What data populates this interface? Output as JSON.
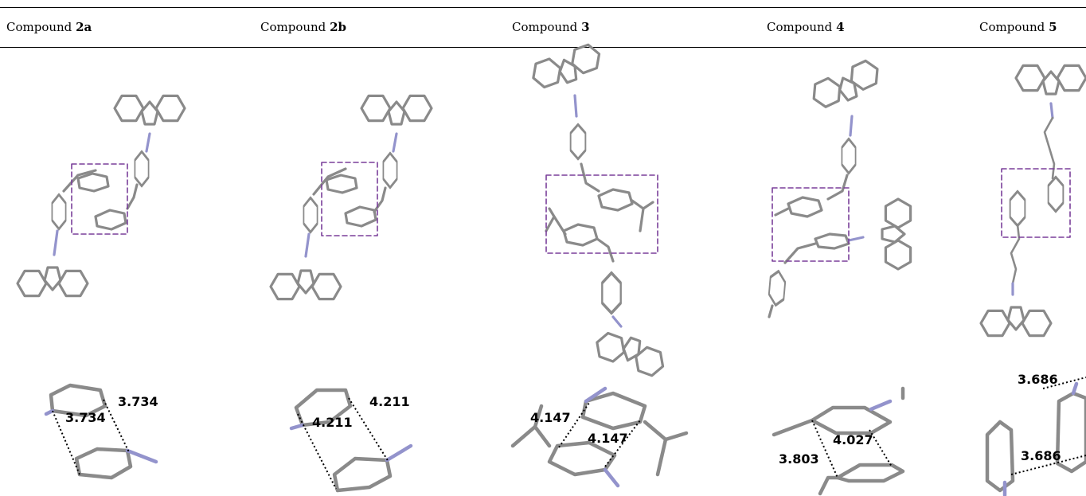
{
  "table": {
    "headers": [
      {
        "prefix": "Compound ",
        "id": "2a"
      },
      {
        "prefix": "Compound ",
        "id": "2b"
      },
      {
        "prefix": "Compound ",
        "id": "3"
      },
      {
        "prefix": "Compound ",
        "id": "4"
      },
      {
        "prefix": "Compound ",
        "id": "5"
      }
    ]
  },
  "distances": {
    "c2a": [
      "3.734",
      "3.734"
    ],
    "c2b": [
      "4.211",
      "4.211"
    ],
    "c3": [
      "4.147",
      "4.147"
    ],
    "c4": [
      "3.803",
      "4.027"
    ],
    "c5": [
      "3.686",
      "3.686"
    ]
  },
  "colors": {
    "bond": "#8a8a8a",
    "nitrogen": "#9393cc",
    "highlight_box": "#7a3f9a"
  }
}
